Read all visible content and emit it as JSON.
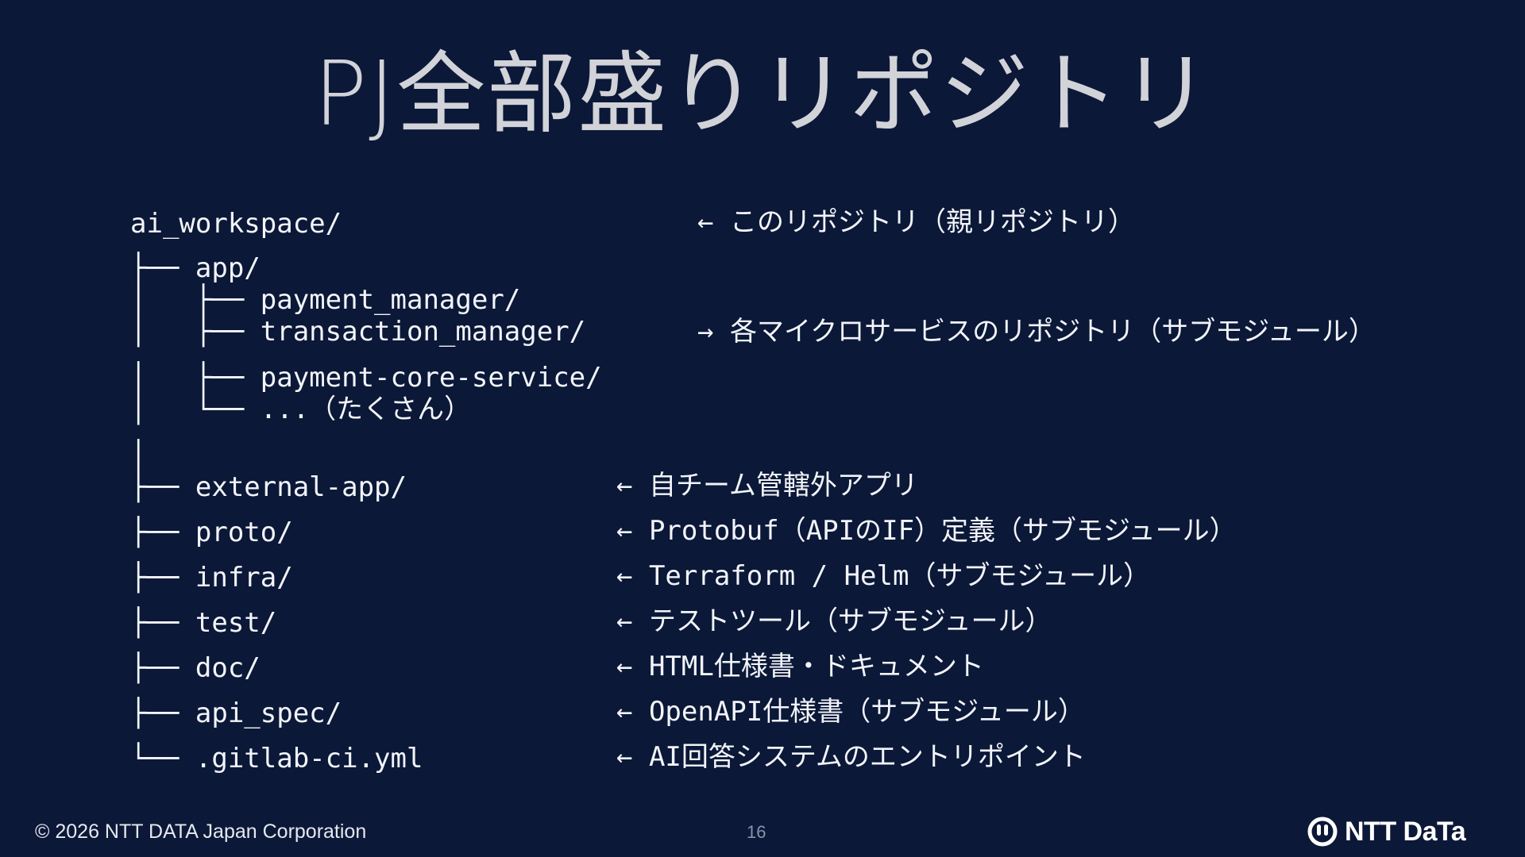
{
  "slide": {
    "title": "PJ全部盛りリポジトリ"
  },
  "tree": {
    "root": "ai_workspace/",
    "root_comment": "← このリポジトリ（親リポジトリ）",
    "app": "├── app/",
    "payment_manager": "│   ├── payment_manager/",
    "transaction_manager": "│   ├── transaction_manager/",
    "microservices_comment": "→ 各マイクロサービスのリポジトリ（サブモジュール）",
    "payment_core_service": "│   ├── payment-core-service/",
    "many": "│   └── ...（たくさん）",
    "spacer": "│",
    "external_app": "├── external-app/",
    "external_app_comment": "← 自チーム管轄外アプリ",
    "proto": "├── proto/",
    "proto_comment": "← Protobuf（APIのIF）定義（サブモジュール）",
    "infra": "├── infra/",
    "infra_comment": "← Terraform / Helm（サブモジュール）",
    "test": "├── test/",
    "test_comment": "← テストツール（サブモジュール）",
    "doc": "├── doc/",
    "doc_comment": "← HTML仕様書・ドキュメント",
    "api_spec": "├── api_spec/",
    "api_spec_comment": "← OpenAPI仕様書（サブモジュール）",
    "gitlab_ci": "└── .gitlab-ci.yml",
    "gitlab_ci_comment": "← AI回答システムのエントリポイント"
  },
  "footer": {
    "copyright": "© 2026 NTT DATA Japan Corporation",
    "page_number": "16",
    "logo_text": "NTT DaTa",
    "logo_icon": "ntt-data-loop-icon"
  },
  "colors": {
    "background": "#0b1838",
    "title": "#d2d3d8",
    "text": "#f2f4f8",
    "page_number": "#8a93ab"
  }
}
